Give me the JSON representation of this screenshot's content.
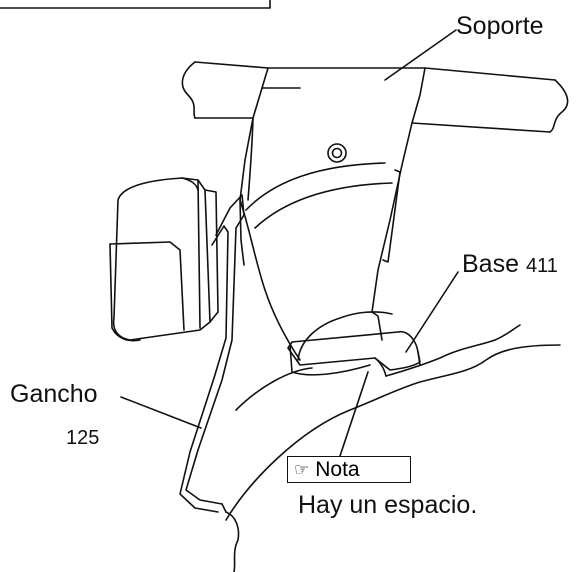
{
  "labels": {
    "soporte": "Soporte",
    "base": "Base",
    "base_number": "411",
    "gancho": "Gancho",
    "gancho_number": "125",
    "nota": "Nota",
    "nota_icon": "pointing-hand-note-icon",
    "note_text": "Hay un espacio."
  },
  "colors": {
    "line": "#111111",
    "background": "#ffffff"
  }
}
